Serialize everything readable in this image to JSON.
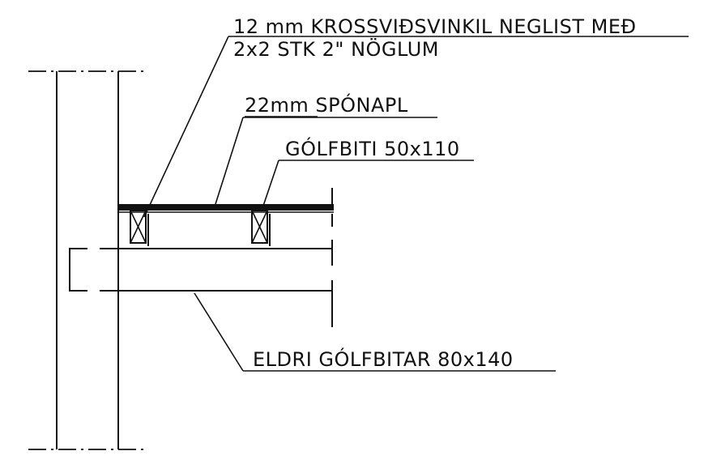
{
  "labels": {
    "gusset_line1": "12 mm KROSSVIÐSVINKIL NEGLIST MEÐ",
    "gusset_line2": "2x2 STK 2\" NÖGLUM",
    "chipboard": "22mm SPÓNAPL",
    "joist": "GÓLFBITI 50x110",
    "old_joists": "ELDRI GÓLFBITAR 80x140"
  },
  "colors": {
    "ink": "#111111",
    "background": "#ffffff"
  }
}
